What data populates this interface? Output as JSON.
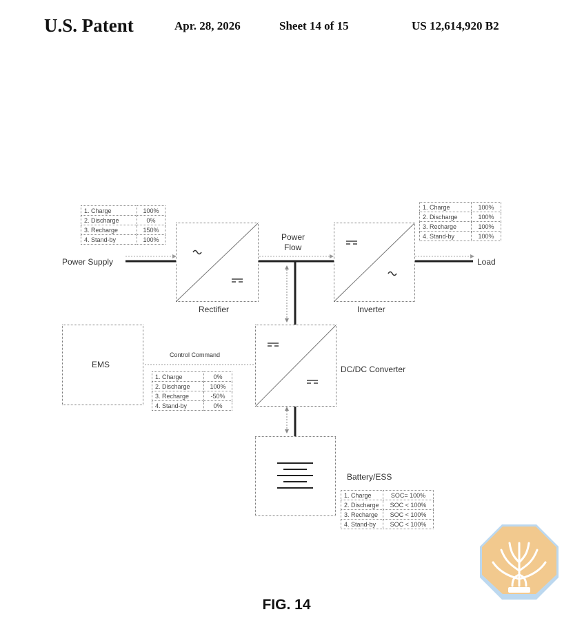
{
  "header": {
    "patent_label": "U.S. Patent",
    "date": "Apr. 28, 2026",
    "sheet": "Sheet 14 of 15",
    "number": "US 12,614,920 B2"
  },
  "diagram": {
    "power_supply_label": "Power Supply",
    "load_label": "Load",
    "power_flow_label_line1": "Power",
    "power_flow_label_line2": "Flow",
    "rectifier_label": "Rectifier",
    "inverter_label": "Inverter",
    "dcdc_label": "DC/DC Converter",
    "ems_label": "EMS",
    "control_command_label": "Control Command",
    "battery_label": "Battery/ESS",
    "rectifier_table": [
      [
        "1. Charge",
        "100%"
      ],
      [
        "2. Discharge",
        "0%"
      ],
      [
        "3. Recharge",
        "150%"
      ],
      [
        "4. Stand-by",
        "100%"
      ]
    ],
    "inverter_table": [
      [
        "1. Charge",
        "100%"
      ],
      [
        "2. Discharge",
        "100%"
      ],
      [
        "3. Recharge",
        "100%"
      ],
      [
        "4. Stand-by",
        "100%"
      ]
    ],
    "dcdc_table": [
      [
        "1. Charge",
        "0%"
      ],
      [
        "2. Discharge",
        "100%"
      ],
      [
        "3. Recharge",
        "-50%"
      ],
      [
        "4. Stand-by",
        "0%"
      ]
    ],
    "battery_table": [
      [
        "1. Charge",
        "SOC= 100%"
      ],
      [
        "2. Discharge",
        "SOC < 100%"
      ],
      [
        "3. Recharge",
        "SOC < 100%"
      ],
      [
        "4. Stand-by",
        "SOC < 100%"
      ]
    ]
  },
  "figure_label": "FIG. 14",
  "colors": {
    "line": "#222222",
    "dotted": "#888888",
    "seal_fill": "#f2c98e",
    "seal_blue": "#bcd8ef"
  },
  "icons": [
    "ac-wave-icon",
    "dc-symbol-icon",
    "battery-symbol-icon",
    "seal-tree-icon"
  ]
}
